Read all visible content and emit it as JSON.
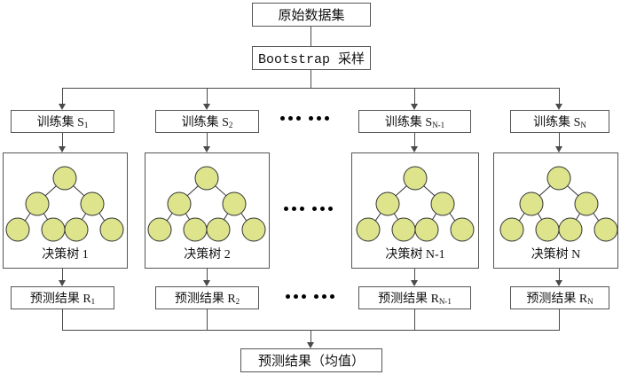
{
  "diagram": {
    "title_box": "原始数据集",
    "bootstrap_box": "Bootstrap 采样",
    "final_box": "预测结果（均值）",
    "ellipsis_glyph": "•",
    "node_color": "#dde48c",
    "node_stroke": "#333333",
    "line_color": "#4a4a4a",
    "box_border": "#555555",
    "columns": [
      {
        "train_label": "训练集 S",
        "train_sub": "1",
        "tree_label": "决策树 1",
        "pred_label": "预测结果 R",
        "pred_sub": "1"
      },
      {
        "train_label": "训练集 S",
        "train_sub": "2",
        "tree_label": "决策树 2",
        "pred_label": "预测结果 R",
        "pred_sub": "2"
      },
      {
        "train_label": "训练集 S",
        "train_sub": "N-1",
        "tree_label": "决策树 N-1",
        "pred_label": "预测结果 R",
        "pred_sub": "N-1"
      },
      {
        "train_label": "训练集 S",
        "train_sub": "N",
        "tree_label": "决策树 N",
        "pred_label": "预测结果 R",
        "pred_sub": "N"
      }
    ],
    "tree_structure": {
      "nodes": 7,
      "levels": [
        1,
        2,
        4
      ],
      "description": "root with two children, each having two leaf children"
    }
  }
}
